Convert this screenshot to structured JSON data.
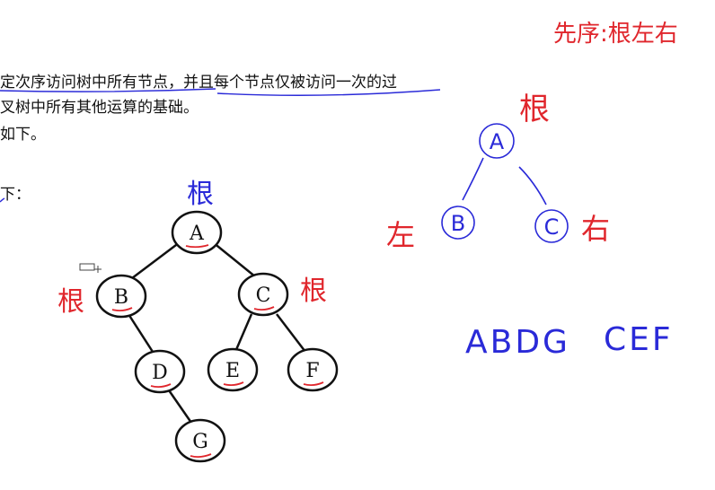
{
  "text_lines": [
    "定次序访问树中所有节点，并且每个节点仅被访问一次的过",
    "叉树中所有其他运算的基础。",
    "如下。",
    "下："
  ],
  "tree": {
    "nodes": [
      "A",
      "B",
      "C",
      "D",
      "E",
      "F",
      "G"
    ]
  },
  "tree_annotations": {
    "root_top": "根",
    "root_left": "根",
    "root_right": "根"
  },
  "diagram": {
    "title": "先序:根左右",
    "root_label": "根",
    "left_label": "左",
    "right_label": "右",
    "nodes": [
      "A",
      "B",
      "C"
    ]
  },
  "sequence": {
    "left_part": "ABDG",
    "right_part": "CEF"
  },
  "colors": {
    "ink": "#111111",
    "red": "#e0262c",
    "blue": "#2a2ad8"
  }
}
